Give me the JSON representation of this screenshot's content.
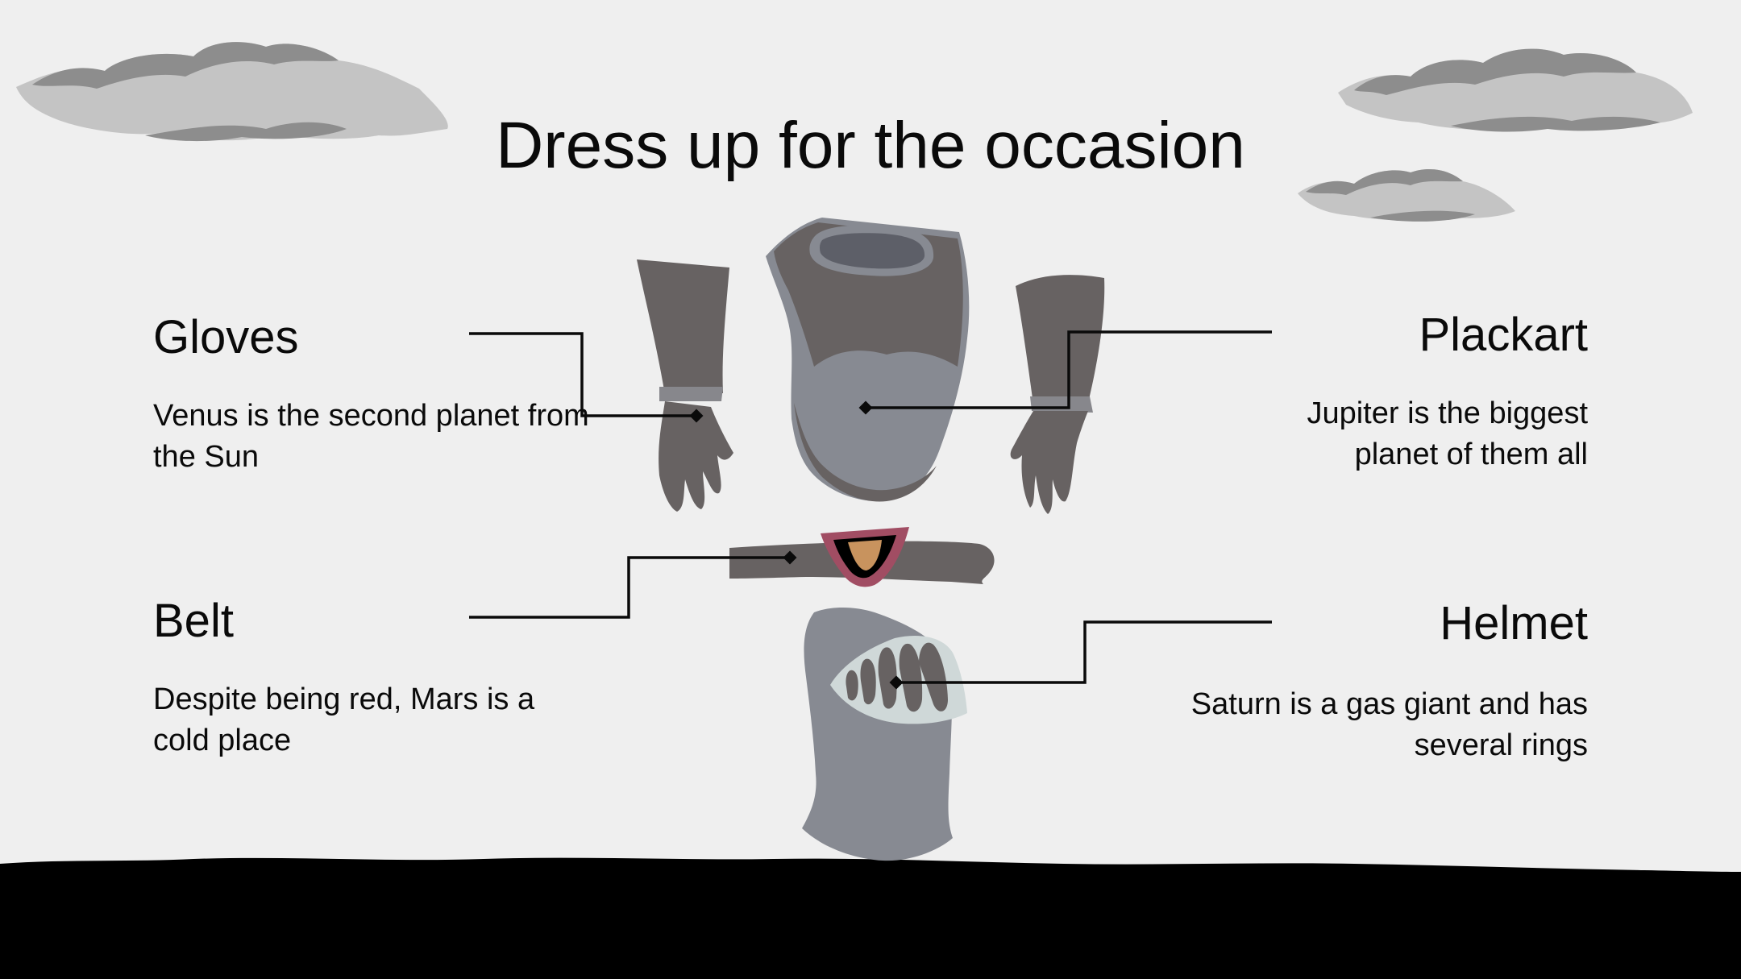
{
  "title": "Dress up for the occasion",
  "items": [
    {
      "label": "Gloves",
      "description": "Venus is the second planet from the Sun"
    },
    {
      "label": "Plackart",
      "description": "Jupiter is the biggest planet of them all"
    },
    {
      "label": "Belt",
      "description": "Despite being red, Mars is a cold place"
    },
    {
      "label": "Helmet",
      "description": "Saturn is a gas giant and has several rings"
    }
  ],
  "colors": {
    "background": "#efefef",
    "ground": "#000000",
    "armor_dark": "#676262",
    "armor_light": "#878a92",
    "belt_buckle": "#a14d63",
    "buckle_inner": "#c8935e",
    "visor": "#cfd8d8",
    "cloud_light": "#c4c4c4",
    "cloud_dark": "#8d8d8d"
  }
}
